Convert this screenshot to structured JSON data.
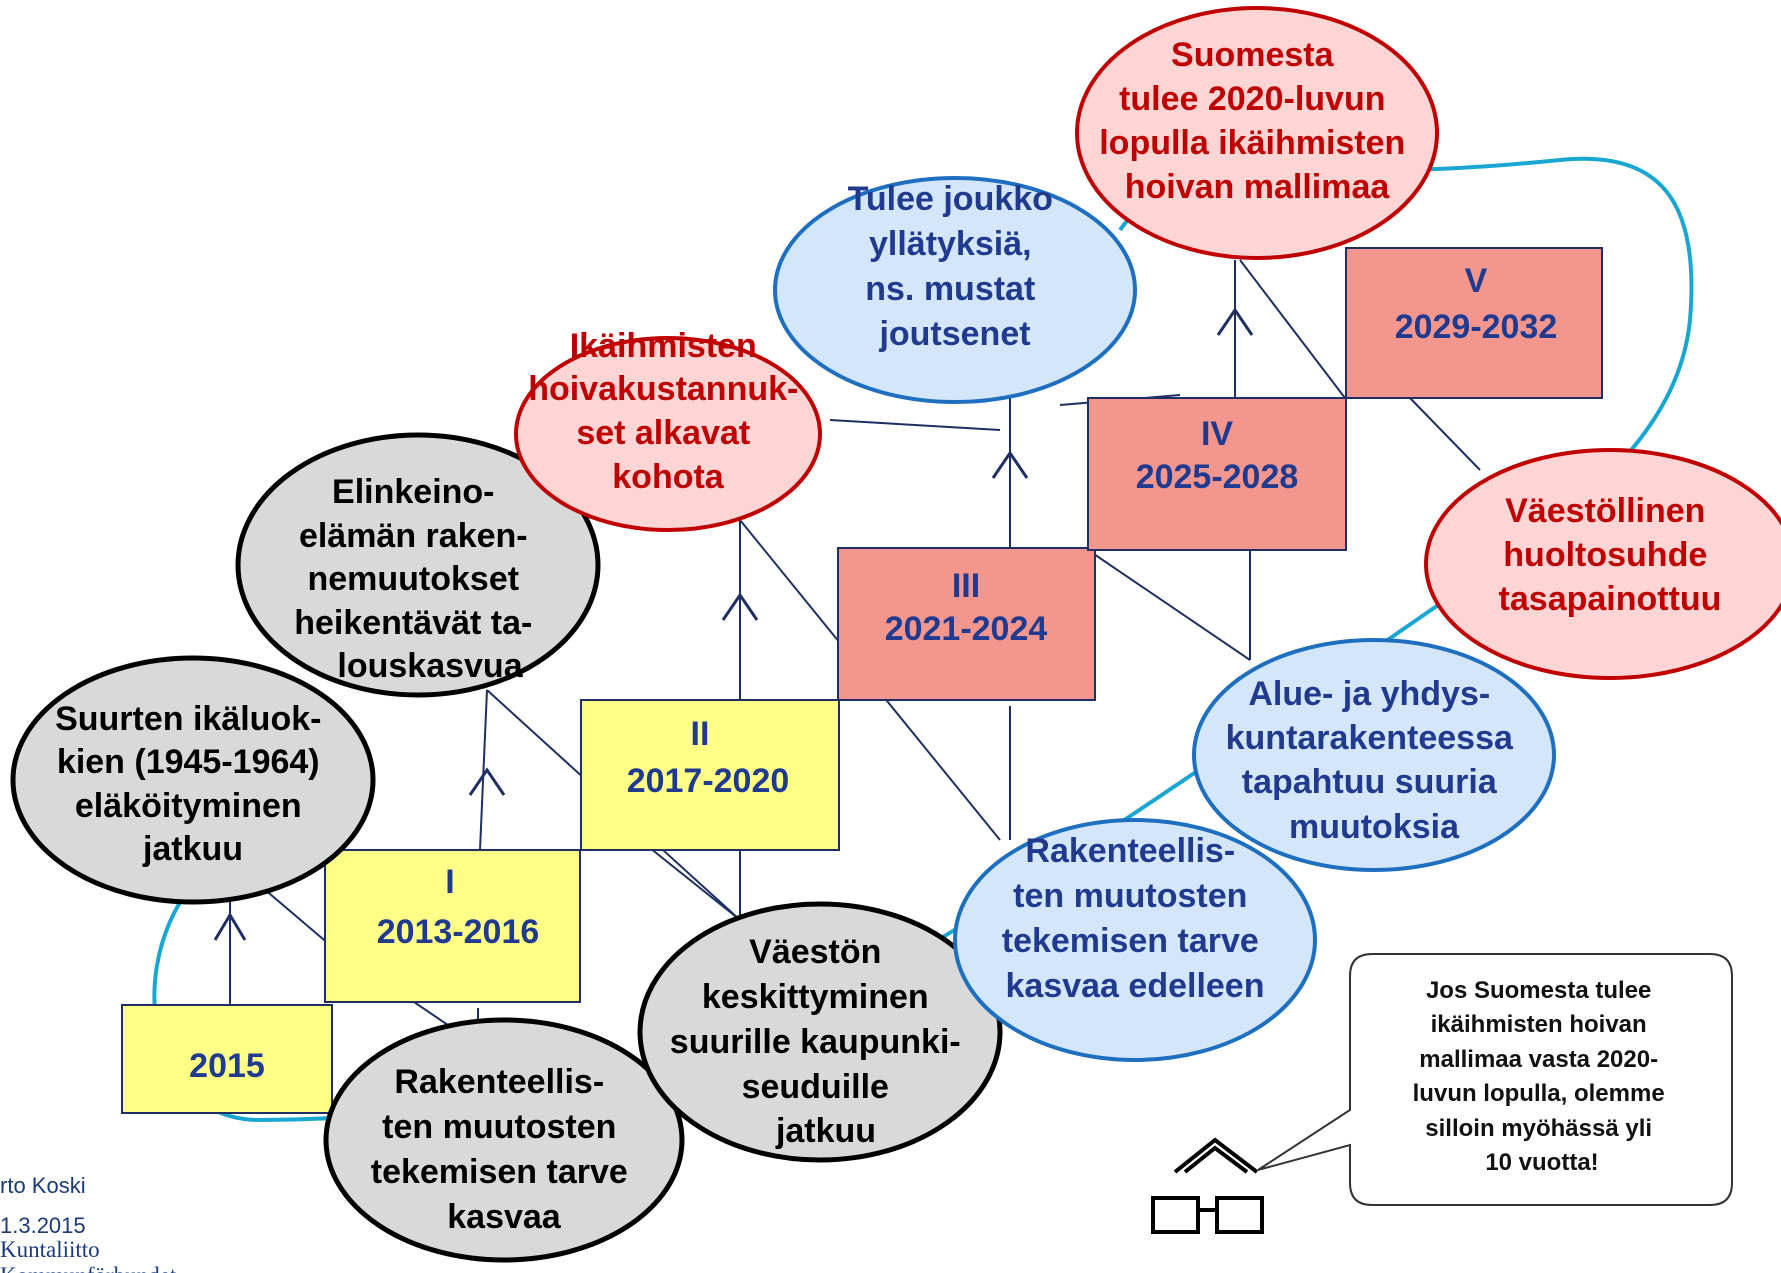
{
  "colors": {
    "loop": "#1aa6d3",
    "line": "#1f2f63",
    "yellow_fill": "#ffff88",
    "salmon_fill": "#f3968d",
    "grey_fill": "#d9d9d9",
    "red_ellipse_fill": "#fcd5d4",
    "red_border": "#c00000",
    "blue_ellipse_fill": "#d4e6fa",
    "blue_border": "#1f6fc1",
    "box_text": "#1f3a8f",
    "red_text": "#c00000",
    "blue_text": "#1f3a8f"
  },
  "periods": [
    {
      "id": "p0",
      "roman": "",
      "years": "2015"
    },
    {
      "id": "p1",
      "roman": "I",
      "years": "2013-2016"
    },
    {
      "id": "p2",
      "roman": "II",
      "years": "2017-2020"
    },
    {
      "id": "p3",
      "roman": "III",
      "years": "2021-2024"
    },
    {
      "id": "p4",
      "roman": "IV",
      "years": "2025-2028"
    },
    {
      "id": "p5",
      "roman": "V",
      "years": "2029-2032"
    }
  ],
  "grey_nodes": [
    {
      "id": "g1",
      "lines": [
        "Suurten ikäluok-",
        "kien  (1945-1964)",
        "eläköityminen",
        "jatkuu"
      ]
    },
    {
      "id": "g2",
      "lines": [
        "Elinkeino-",
        "elämän raken-",
        "nemuutokset",
        "heikentävät  ta-",
        "louskasvua"
      ]
    },
    {
      "id": "g3",
      "lines": [
        "Rakenteellis-",
        "ten muutosten",
        "tekemisen tarve",
        "kasvaa"
      ]
    },
    {
      "id": "g4",
      "lines": [
        "Väestön",
        "keskittyminen",
        "suurille kaupunki-",
        "seuduille",
        "jatkuu"
      ]
    }
  ],
  "red_nodes": [
    {
      "id": "r1",
      "lines": [
        "Ikäihmisten",
        "hoivakustannuk-",
        "set alkavat",
        "kohota"
      ]
    },
    {
      "id": "r2",
      "lines": [
        "Suomesta",
        "tulee 2020-luvun",
        "lopulla ikäihmisten",
        "hoivan mallimaa"
      ]
    },
    {
      "id": "r3",
      "lines": [
        "Väestöllinen",
        "huoltosuhde",
        "tasapainottuu"
      ]
    }
  ],
  "blue_nodes": [
    {
      "id": "b1",
      "lines": [
        "Tulee joukko",
        "yllätyksiä,",
        "ns. mustat",
        "joutsenet"
      ]
    },
    {
      "id": "b2",
      "lines": [
        "Alue- ja yhdys-",
        "kuntarakenteessa",
        "tapahtuu suuria",
        "muutoksia"
      ]
    },
    {
      "id": "b3",
      "lines": [
        "Rakenteellis-",
        "ten muutosten",
        "tekemisen tarve",
        "kasvaa edelleen"
      ]
    }
  ],
  "callout": {
    "lines": [
      "Jos Suomesta tulee",
      "ikäihmisten hoivan",
      "mallimaa vasta  2020-",
      "luvun lopulla, olemme",
      "silloin myöhässä yli",
      "10 vuotta!"
    ]
  },
  "footer": {
    "author": "rto Koski",
    "date": "1.3.2015",
    "org1": "Kuntaliitto",
    "org2": "Kommunförbundet"
  }
}
